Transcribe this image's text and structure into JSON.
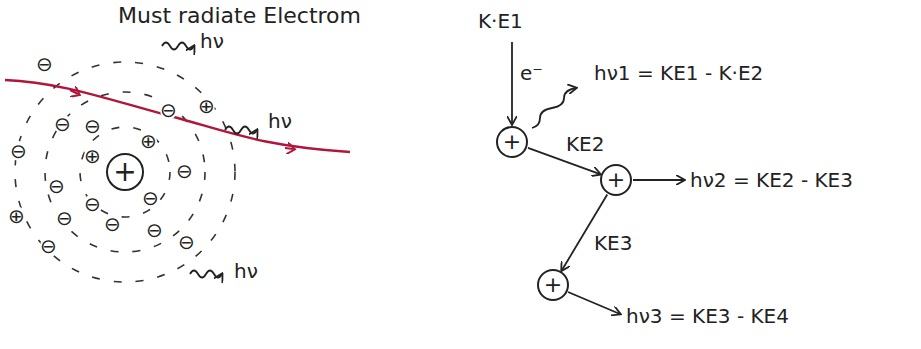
{
  "diagram": {
    "nodes": [
      {
        "text": [
          "+"
        ]
      },
      {
        "text": [
          "+"
        ]
      },
      {
        "text": [
          "+"
        ]
      },
      {
        "text": [
          "+"
        ]
      }
    ],
    "edges": [
      {
        "from": 1,
        "to": 2,
        "arrow": "to",
        "label": "KE2"
      },
      {
        "from": 2,
        "to": 3,
        "arrow": "to",
        "label": "KE3"
      }
    ],
    "labels": [
      "Must radiate Electrom",
      "hν",
      "hν",
      "hν",
      "K·E1",
      "e⁻",
      "hν1 = KE1 - K·E2",
      "hν2 = KE2 - KE3",
      "hν3 = KE3 - KE4",
      "⊖",
      "⊖",
      "⊖",
      "⊖",
      "⊖",
      "⊕",
      "⊖",
      "⊕",
      "⊕",
      "⊖",
      "⊖",
      "⊕",
      "⊖",
      "⊖",
      "⊖",
      "⊖",
      "⊖",
      "⊖"
    ]
  }
}
